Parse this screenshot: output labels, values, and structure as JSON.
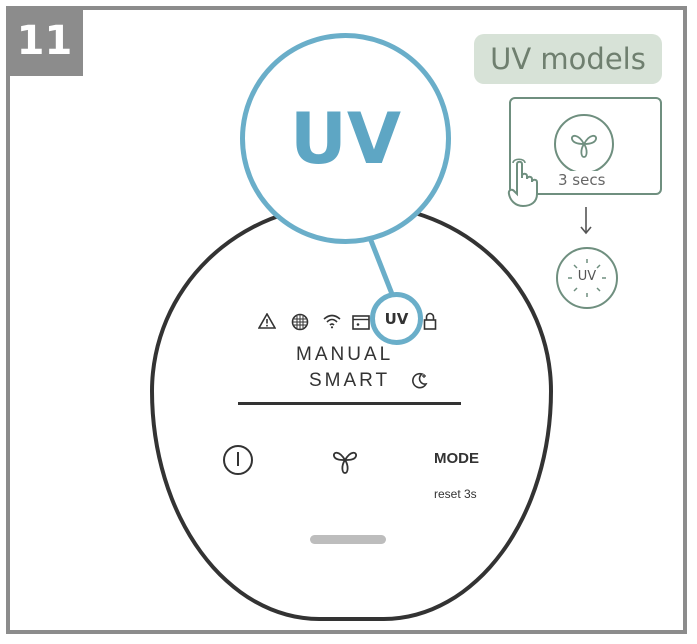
{
  "step_number": "11",
  "header": {
    "uv_models_label": "UV models"
  },
  "zoom_label": "UV",
  "display": {
    "status_icons": [
      "warning-icon",
      "filter-icon",
      "wifi-icon",
      "timer-icon",
      "uv-icon",
      "lock-icon"
    ],
    "uv_indicator": "UV",
    "manual_label": "MANUAL",
    "smart_label": "SMART",
    "moon_icon": "moon-icon"
  },
  "buttons": {
    "power": "power-icon",
    "fan": "fan-icon",
    "mode_label": "MODE",
    "mode_sub_label": "reset 3s"
  },
  "instruction": {
    "duration_label": "3 secs",
    "result_label": "UV"
  },
  "colors": {
    "accent_blue": "#6aaec9",
    "frame_gray": "#8c8c8c",
    "label_green": "#d7e2d7"
  }
}
